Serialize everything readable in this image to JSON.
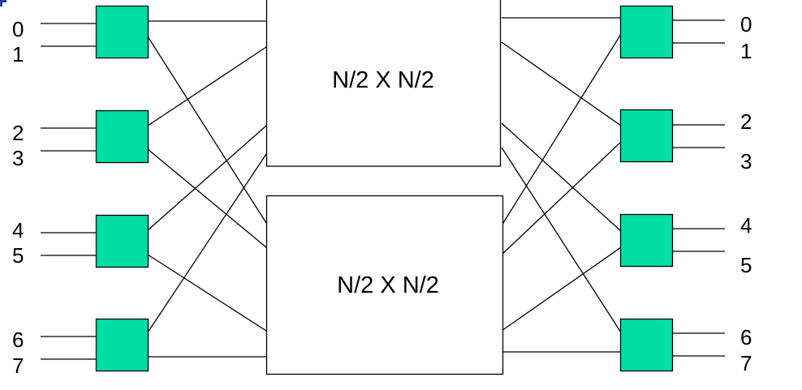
{
  "colors": {
    "switch_fill": "#00DEA8",
    "stroke": "#000000",
    "corner_accent": "#2B3D9C"
  },
  "left_port_labels": [
    "0",
    "1",
    "2",
    "3",
    "4",
    "5",
    "6",
    "7"
  ],
  "right_port_labels": [
    "0",
    "1",
    "2",
    "3",
    "4",
    "5",
    "6",
    "7"
  ],
  "upper_block": {
    "label": "N/2 X N/2"
  },
  "lower_block": {
    "label": "N/2 X N/2"
  }
}
